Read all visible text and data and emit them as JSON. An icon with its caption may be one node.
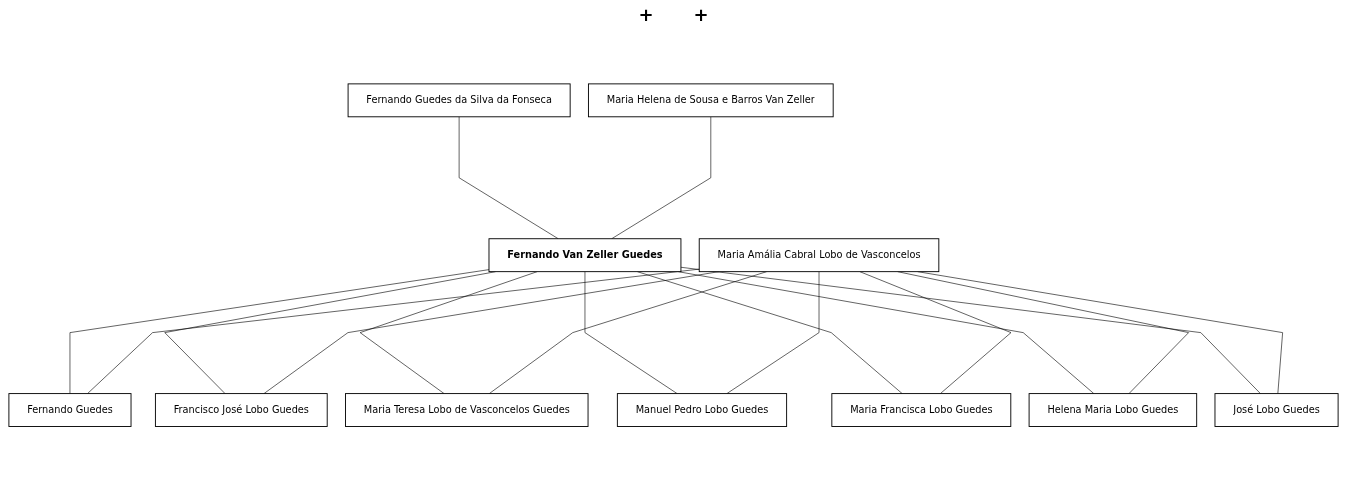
{
  "diagram": {
    "nodes": [
      {
        "text": [
          "Fernando Guedes da Silva da Fonseca"
        ]
      },
      {
        "text": [
          "Maria Helena de Sousa e Barros Van Zeller"
        ]
      },
      {
        "text": [
          "Fernando Van Zeller Guedes"
        ]
      },
      {
        "text": [
          "Maria Amália Cabral Lobo de Vasconcelos"
        ]
      },
      {
        "text": [
          "Fernando Guedes"
        ]
      },
      {
        "text": [
          "Francisco José Lobo Guedes"
        ]
      },
      {
        "text": [
          "Maria Teresa Lobo de Vasconcelos Guedes"
        ]
      },
      {
        "text": [
          "Manuel Pedro Lobo Guedes"
        ]
      },
      {
        "text": [
          "Maria Francisca Lobo Guedes"
        ]
      },
      {
        "text": [
          "Helena Maria Lobo Guedes"
        ]
      },
      {
        "text": [
          "José Lobo Guedes"
        ]
      }
    ],
    "edges": [
      {
        "from": 0,
        "to": 2,
        "arrow": "none"
      },
      {
        "from": 1,
        "to": 2,
        "arrow": "none"
      },
      {
        "from": 2,
        "to": 4,
        "arrow": "none"
      },
      {
        "from": 3,
        "to": 4,
        "arrow": "none"
      },
      {
        "from": 2,
        "to": 5,
        "arrow": "none"
      },
      {
        "from": 3,
        "to": 5,
        "arrow": "none"
      },
      {
        "from": 2,
        "to": 6,
        "arrow": "none"
      },
      {
        "from": 3,
        "to": 6,
        "arrow": "none"
      },
      {
        "from": 2,
        "to": 7,
        "arrow": "none"
      },
      {
        "from": 3,
        "to": 7,
        "arrow": "none"
      },
      {
        "from": 2,
        "to": 8,
        "arrow": "none"
      },
      {
        "from": 3,
        "to": 8,
        "arrow": "none"
      },
      {
        "from": 2,
        "to": 9,
        "arrow": "none"
      },
      {
        "from": 3,
        "to": 9,
        "arrow": "none"
      },
      {
        "from": 2,
        "to": 10,
        "arrow": "none"
      },
      {
        "from": 3,
        "to": 10,
        "arrow": "none"
      }
    ],
    "labels": [
      "+",
      "+"
    ]
  }
}
